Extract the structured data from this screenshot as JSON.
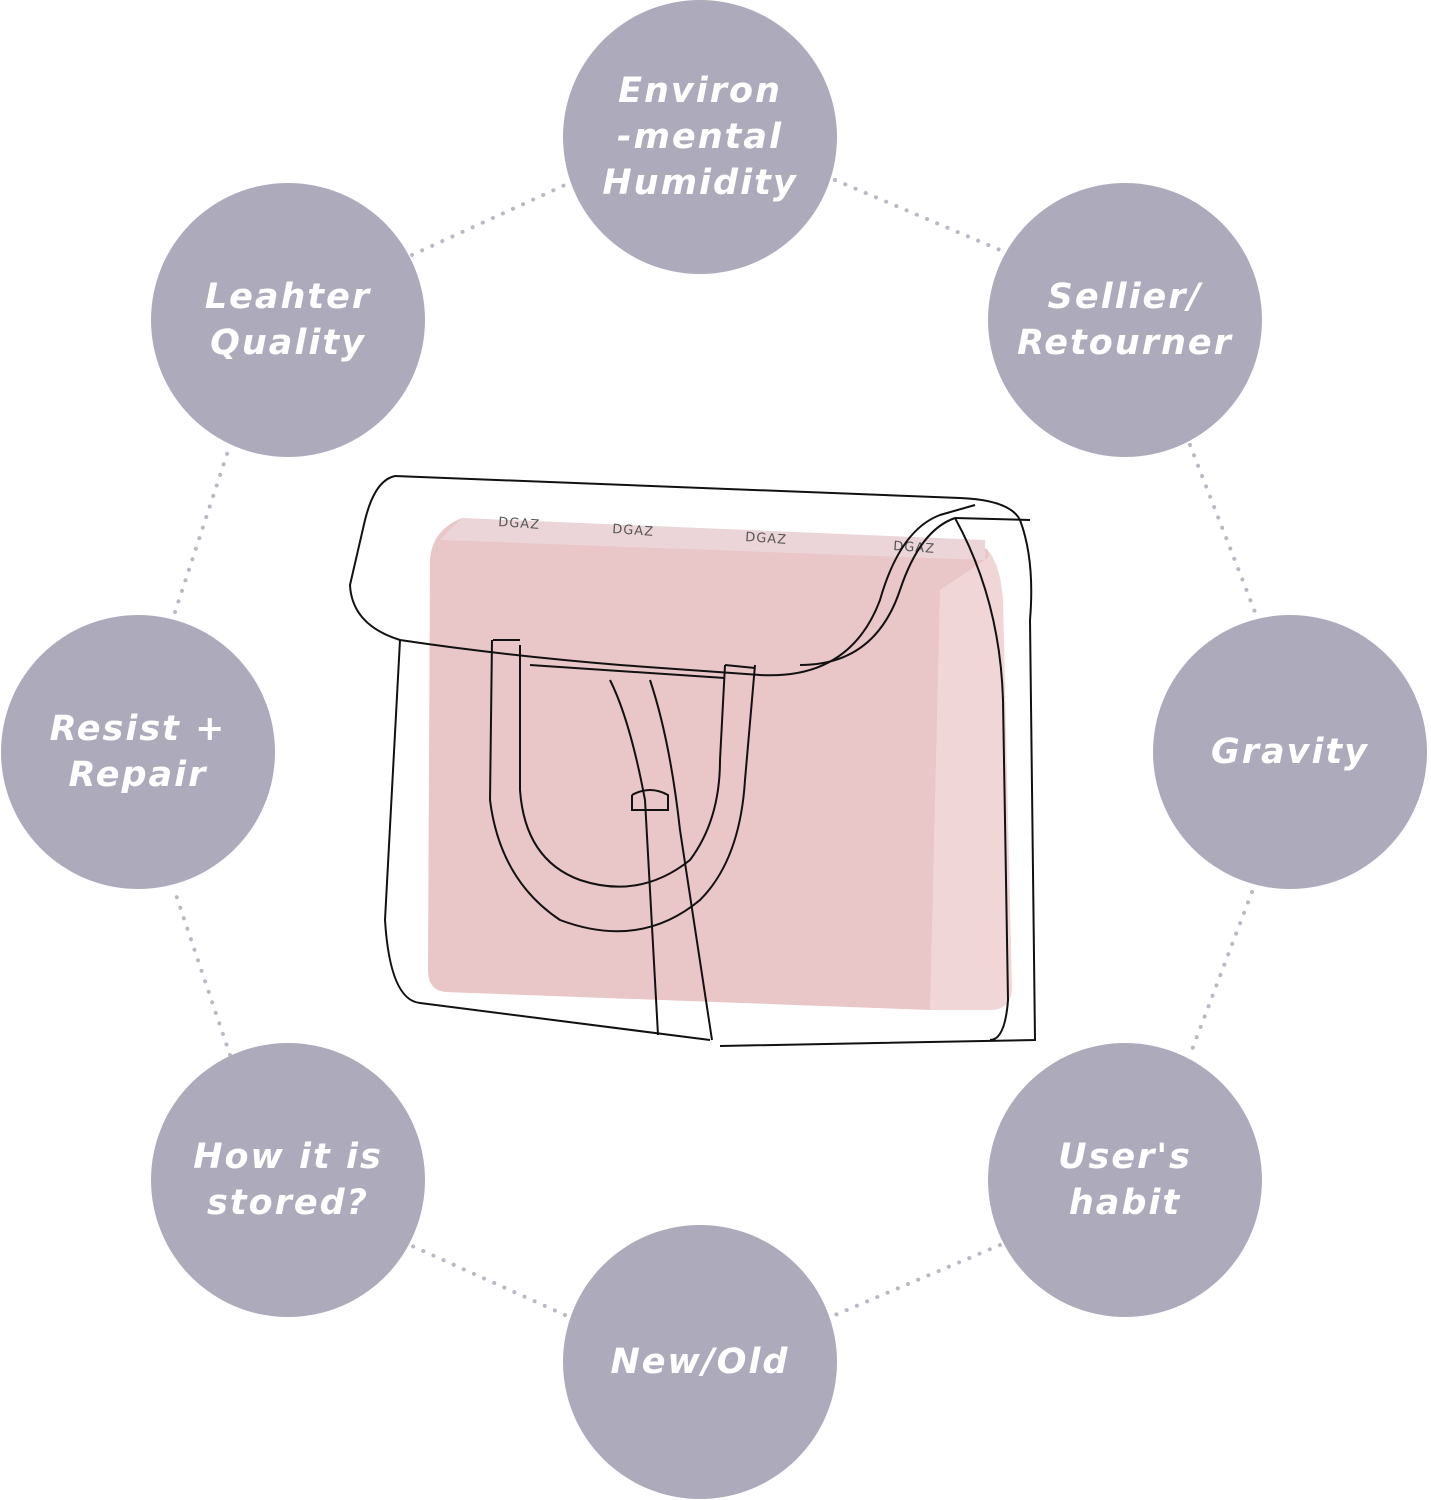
{
  "factors": [
    {
      "id": "humidity",
      "label": "Environ\n-mental\nHumidity"
    },
    {
      "id": "leather",
      "label": "Leahter\nQuality"
    },
    {
      "id": "sellier",
      "label": "Sellier/\nRetourner"
    },
    {
      "id": "resist",
      "label": "Resist +\nRepair"
    },
    {
      "id": "gravity",
      "label": "Gravity"
    },
    {
      "id": "stored",
      "label": "How it is\nstored?"
    },
    {
      "id": "habit",
      "label": "User's\nhabit"
    },
    {
      "id": "newold",
      "label": "New/Old"
    }
  ],
  "product": {
    "brand": "DGAZ"
  },
  "colors": {
    "circle": "#adabbb",
    "pink": "#e9c6c8",
    "dots": "#b9b8c4"
  }
}
